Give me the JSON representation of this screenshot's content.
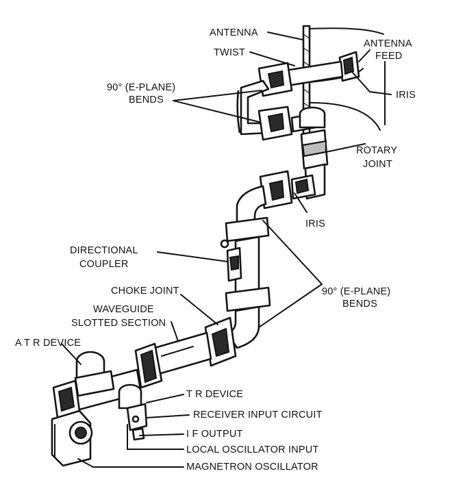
{
  "labels": {
    "antenna": "ANTENNA",
    "twist": "TWIST",
    "antenna_feed": [
      "ANTENNA",
      "FEED"
    ],
    "iris_top": "IRIS",
    "e_plane_bends_top": [
      "90° (E-PLANE)",
      "BENDS"
    ],
    "rotary_joint": [
      "ROTARY",
      "JOINT"
    ],
    "iris_mid": "IRIS",
    "directional_coupler": [
      "DIRECTIONAL",
      "COUPLER"
    ],
    "choke_joint": "CHOKE JOINT",
    "e_plane_bends_bottom": [
      "90° (E-PLANE)",
      "BENDS"
    ],
    "waveguide_slotted_section": [
      "WAVEGUIDE",
      "SLOTTED SECTION"
    ],
    "atr_device": "A T R DEVICE",
    "tr_device": "T R DEVICE",
    "receiver_input_circuit": "RECEIVER INPUT CIRCUIT",
    "if_output": "I F OUTPUT",
    "local_oscillator_input": "LOCAL OSCILLATOR INPUT",
    "magnetron_oscillator": "MAGNETRON OSCILLATOR"
  }
}
